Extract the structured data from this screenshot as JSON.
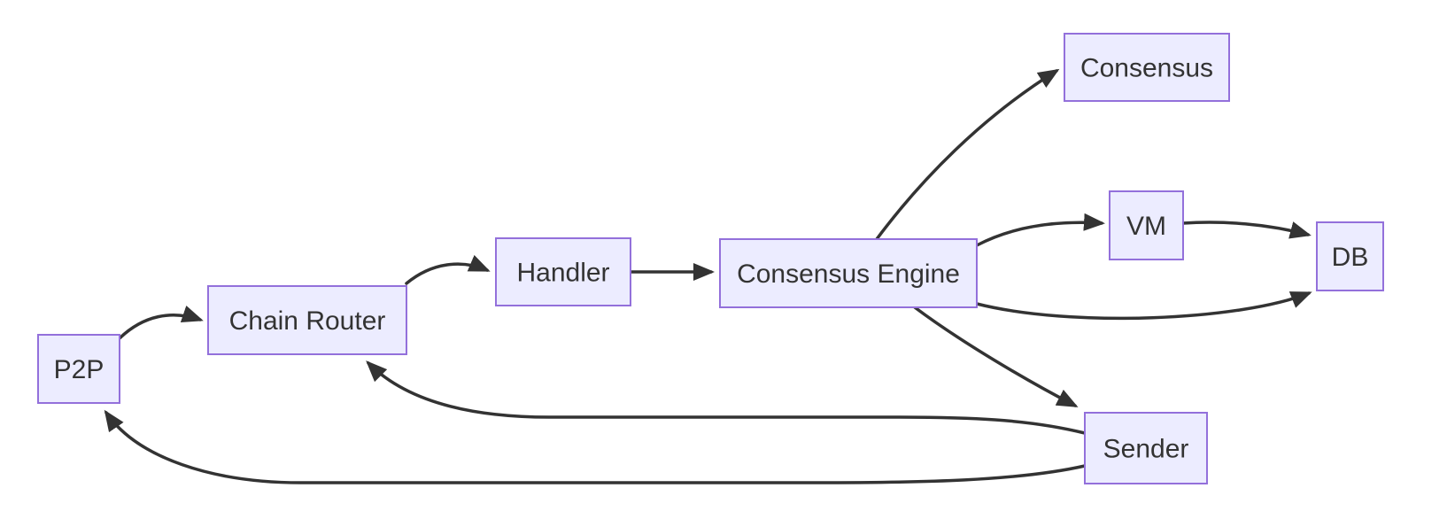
{
  "diagram": {
    "type": "flowchart",
    "direction": "left-to-right",
    "background": "#ffffff",
    "colors": {
      "node_fill": "#ECECFF",
      "node_border": "#9370DB",
      "node_text": "#333333",
      "edge": "#333333"
    },
    "nodes": [
      {
        "id": "p2p",
        "label": "P2P"
      },
      {
        "id": "chain-router",
        "label": "Chain Router"
      },
      {
        "id": "handler",
        "label": "Handler"
      },
      {
        "id": "consensus-engine",
        "label": "Consensus Engine"
      },
      {
        "id": "consensus",
        "label": "Consensus"
      },
      {
        "id": "vm",
        "label": "VM"
      },
      {
        "id": "db",
        "label": "DB"
      },
      {
        "id": "sender",
        "label": "Sender"
      }
    ],
    "edges": [
      {
        "from": "p2p",
        "to": "chain-router"
      },
      {
        "from": "chain-router",
        "to": "handler"
      },
      {
        "from": "handler",
        "to": "consensus-engine"
      },
      {
        "from": "consensus-engine",
        "to": "consensus"
      },
      {
        "from": "consensus-engine",
        "to": "vm"
      },
      {
        "from": "vm",
        "to": "db"
      },
      {
        "from": "consensus-engine",
        "to": "db"
      },
      {
        "from": "consensus-engine",
        "to": "sender"
      },
      {
        "from": "sender",
        "to": "chain-router"
      },
      {
        "from": "sender",
        "to": "p2p"
      }
    ]
  }
}
